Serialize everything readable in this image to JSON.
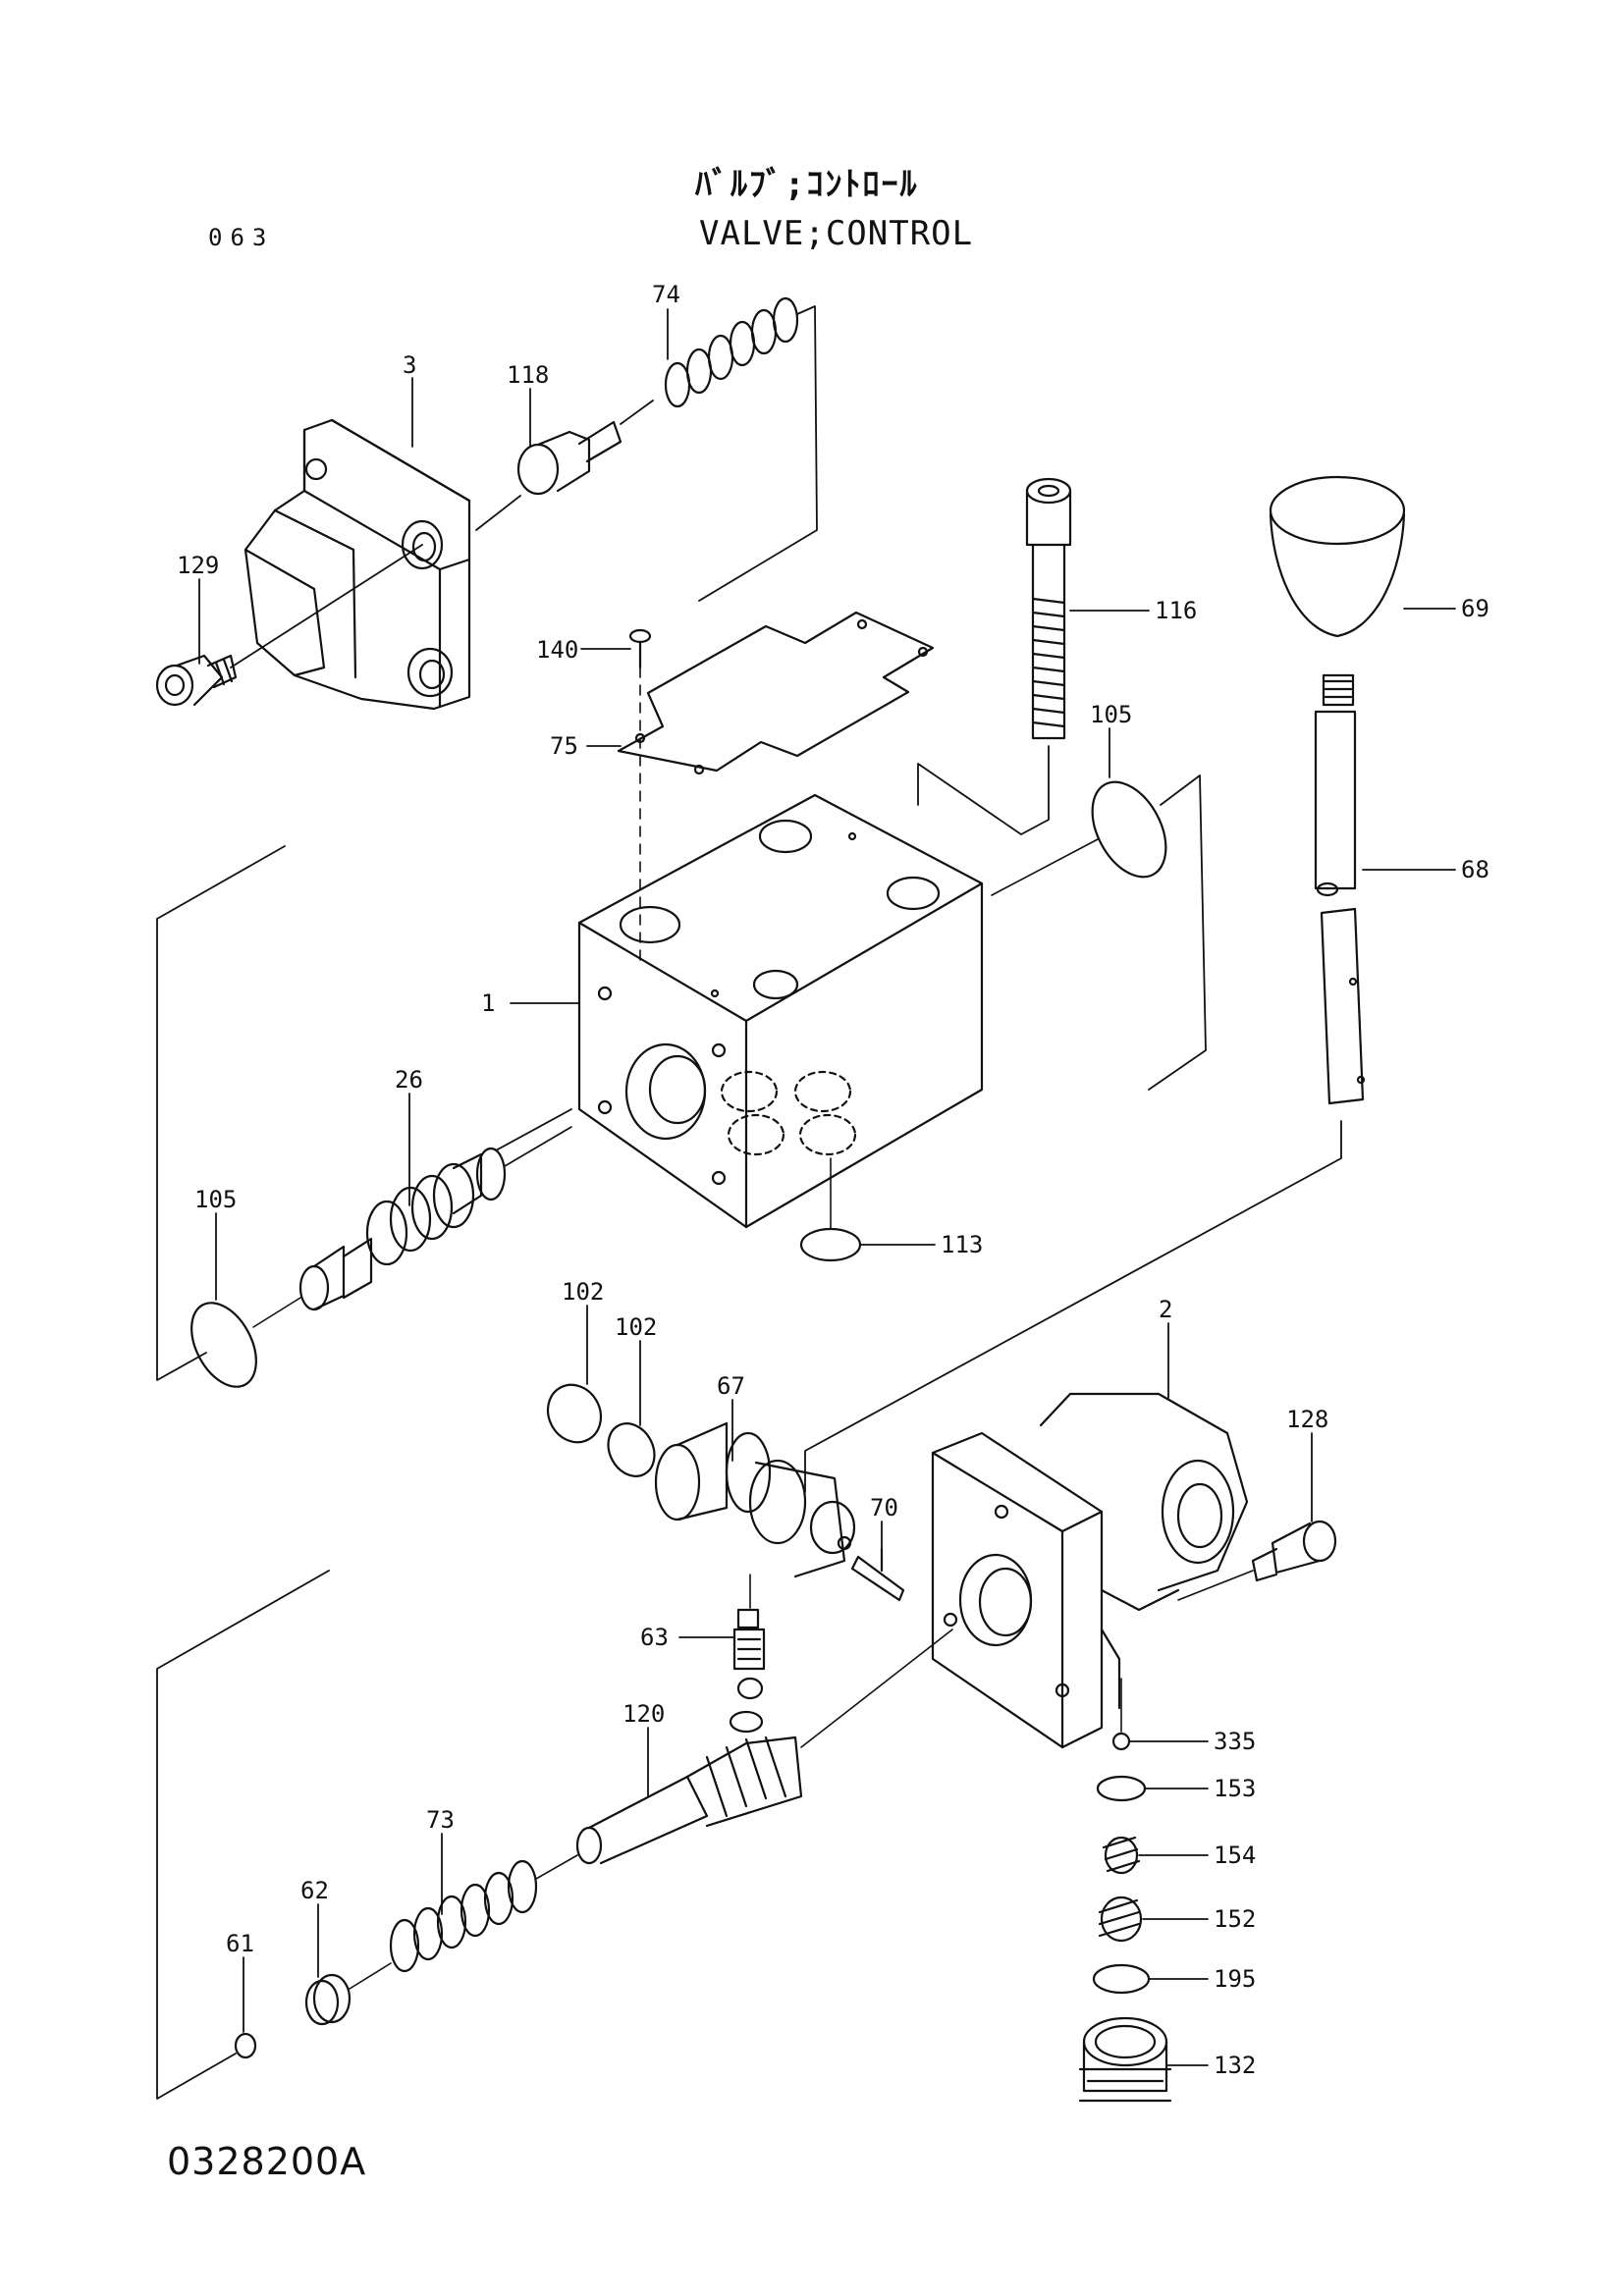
{
  "header": {
    "title_jp": "ﾊﾞﾙﾌﾞ;ｺﾝﾄﾛｰﾙ",
    "title_en": "VALVE;CONTROL",
    "page_number": "063"
  },
  "footer": {
    "drawing_number": "0328200A"
  },
  "parts": [
    {
      "ref": "1"
    },
    {
      "ref": "2"
    },
    {
      "ref": "3"
    },
    {
      "ref": "26"
    },
    {
      "ref": "61"
    },
    {
      "ref": "62"
    },
    {
      "ref": "63"
    },
    {
      "ref": "67"
    },
    {
      "ref": "68"
    },
    {
      "ref": "69"
    },
    {
      "ref": "70"
    },
    {
      "ref": "73"
    },
    {
      "ref": "74"
    },
    {
      "ref": "75"
    },
    {
      "ref": "102"
    },
    {
      "ref": "102"
    },
    {
      "ref": "105"
    },
    {
      "ref": "105"
    },
    {
      "ref": "113"
    },
    {
      "ref": "116"
    },
    {
      "ref": "118"
    },
    {
      "ref": "120"
    },
    {
      "ref": "128"
    },
    {
      "ref": "129"
    },
    {
      "ref": "132"
    },
    {
      "ref": "140"
    },
    {
      "ref": "152"
    },
    {
      "ref": "153"
    },
    {
      "ref": "154"
    },
    {
      "ref": "195"
    },
    {
      "ref": "335"
    }
  ]
}
